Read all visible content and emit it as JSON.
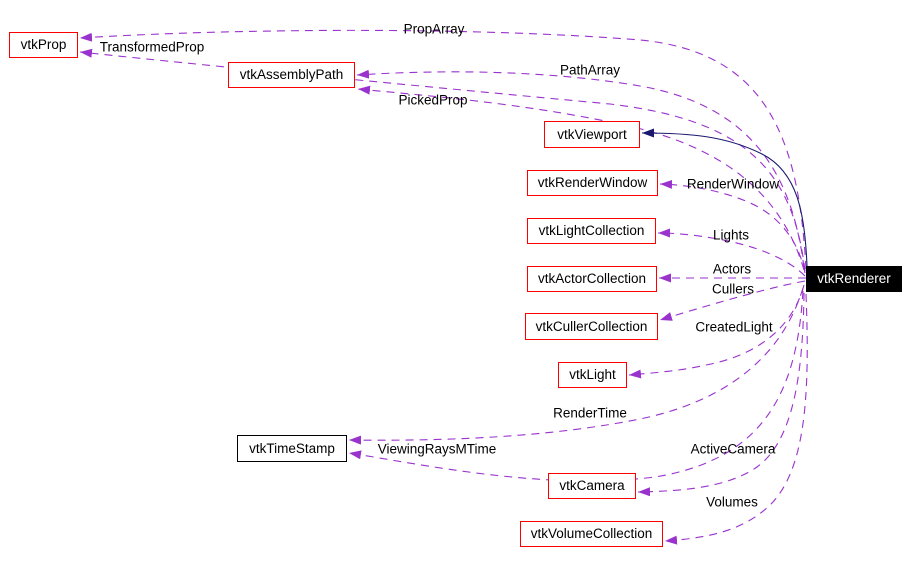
{
  "diagram": {
    "kind": "collaboration-graph",
    "main_class": "vtkRenderer",
    "colors": {
      "node_border": "#ff0000",
      "plain_node_border": "#000000",
      "main_node_bg": "#000000",
      "main_node_fg": "#ffffff",
      "dashed_edge": "#9a32cd",
      "solid_edge": "#191970",
      "background": "#ffffff"
    },
    "nodes": [
      {
        "id": "vtkProp",
        "label": "vtkProp"
      },
      {
        "id": "vtkAssemblyPath",
        "label": "vtkAssemblyPath"
      },
      {
        "id": "vtkViewport",
        "label": "vtkViewport"
      },
      {
        "id": "vtkRenderWindow",
        "label": "vtkRenderWindow"
      },
      {
        "id": "vtkLightCollection",
        "label": "vtkLightCollection"
      },
      {
        "id": "vtkActorCollection",
        "label": "vtkActorCollection"
      },
      {
        "id": "vtkCullerCollection",
        "label": "vtkCullerCollection"
      },
      {
        "id": "vtkLight",
        "label": "vtkLight"
      },
      {
        "id": "vtkTimeStamp",
        "label": "vtkTimeStamp"
      },
      {
        "id": "vtkCamera",
        "label": "vtkCamera"
      },
      {
        "id": "vtkVolumeCollection",
        "label": "vtkVolumeCollection"
      },
      {
        "id": "vtkRenderer",
        "label": "vtkRenderer"
      }
    ],
    "edges": [
      {
        "label": "PropArray",
        "from": "vtkRenderer",
        "to": "vtkProp",
        "style": "dashed"
      },
      {
        "label": "TransformedProp",
        "from": "vtkRenderer",
        "to": "vtkProp",
        "style": "dashed"
      },
      {
        "label": "PathArray",
        "from": "vtkRenderer",
        "to": "vtkAssemblyPath",
        "style": "dashed"
      },
      {
        "label": "PickedProp",
        "from": "vtkRenderer",
        "to": "vtkAssemblyPath",
        "style": "dashed"
      },
      {
        "label": "RenderWindow",
        "from": "vtkRenderer",
        "to": "vtkRenderWindow",
        "style": "dashed"
      },
      {
        "label": "Lights",
        "from": "vtkRenderer",
        "to": "vtkLightCollection",
        "style": "dashed"
      },
      {
        "label": "Actors",
        "from": "vtkRenderer",
        "to": "vtkActorCollection",
        "style": "dashed"
      },
      {
        "label": "Cullers",
        "from": "vtkRenderer",
        "to": "vtkCullerCollection",
        "style": "dashed"
      },
      {
        "label": "CreatedLight",
        "from": "vtkRenderer",
        "to": "vtkLight",
        "style": "dashed"
      },
      {
        "label": "RenderTime",
        "from": "vtkRenderer",
        "to": "vtkTimeStamp",
        "style": "dashed"
      },
      {
        "label": "ViewingRaysMTime",
        "from": "vtkRenderer",
        "to": "vtkTimeStamp",
        "style": "dashed"
      },
      {
        "label": "ActiveCamera",
        "from": "vtkRenderer",
        "to": "vtkCamera",
        "style": "dashed"
      },
      {
        "label": "Volumes",
        "from": "vtkRenderer",
        "to": "vtkVolumeCollection",
        "style": "dashed"
      }
    ],
    "inheritance_edge": {
      "from": "vtkRenderer",
      "to": "vtkViewport",
      "style": "solid"
    }
  }
}
